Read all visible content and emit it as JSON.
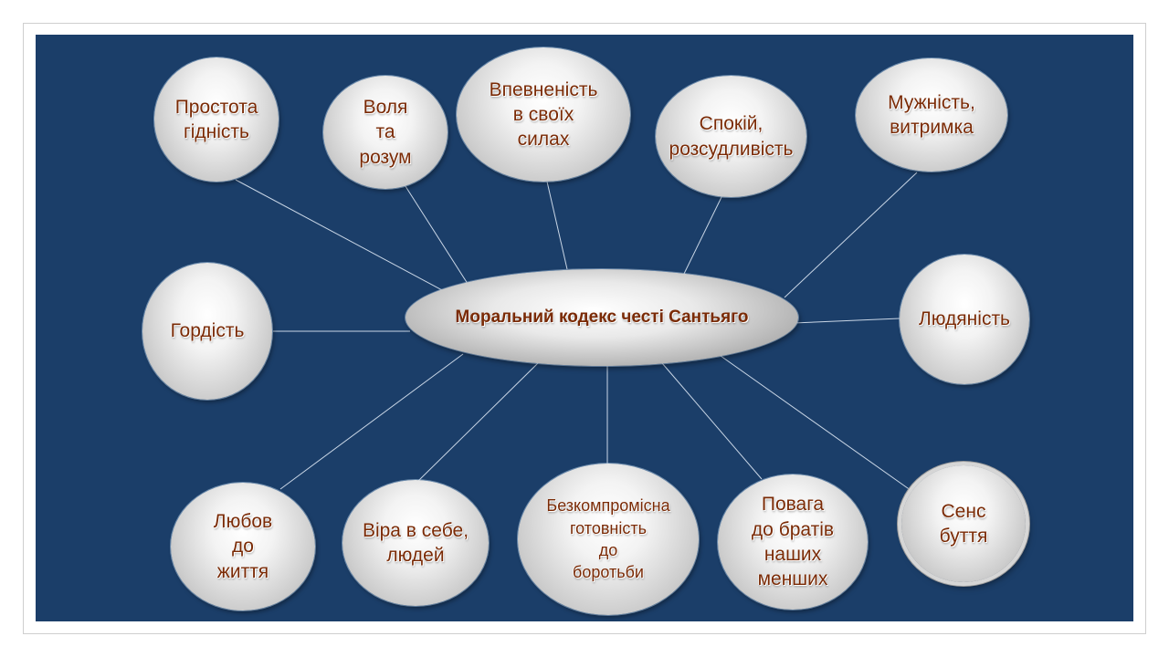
{
  "diagram": {
    "center": "Моральний кодекс честі Сантьяго",
    "nodes": [
      "Простота\nгідність",
      "Воля\nта\nрозум",
      "Впевненість\nв своїх\nсилах",
      "Спокій,\nрозсудливість",
      "Мужність,\nвитримка",
      "Гордість",
      "Людяність",
      "Любов\nдо\nжиття",
      "Віра в себе,\nлюдей",
      "Безкомпромісна\nготовність\nдо\nборотьби",
      "Повага\nдо братів\nнаших\nменших",
      "Сенс\nбуття"
    ]
  },
  "colors": {
    "slide_background": "#1b3e69",
    "label_text": "#7a2a05",
    "connector": "#c9d6e6"
  }
}
